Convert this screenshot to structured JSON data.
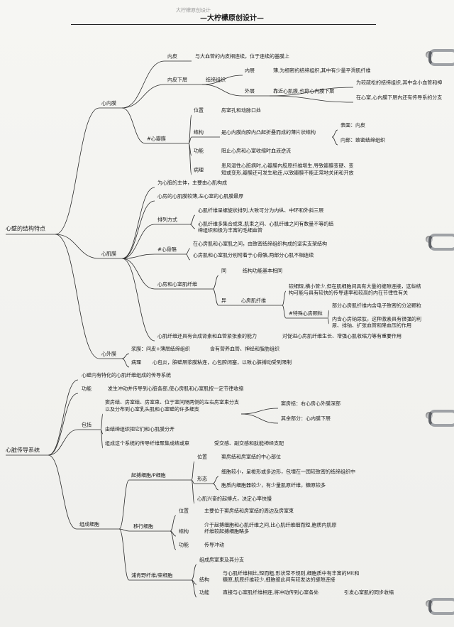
{
  "header": {
    "title": "—大柠檬原创设计—",
    "faint_text": "大柠檬原创设计"
  },
  "root": {
    "structure": "心壁的结构特点",
    "conduction": "心脏传导系统"
  },
  "endocardium": {
    "label": "心内膜",
    "neipi": {
      "label": "内皮",
      "desc": "与大血管的内皮相连续，位于连续的基膜上"
    },
    "neipixia": {
      "label": "内皮下层",
      "tissue": "结缔组织",
      "inner": {
        "label": "内层",
        "desc": "薄,为细密的结缔组织,其中有少量平滑肌纤维"
      },
      "outer": {
        "label": "外层",
        "desc": "靠近心肌膜,也称心内膜下层",
        "d1": "为较疏松的结缔组织,其中含小血管和神",
        "d2": "在心室,心内膜下层内还有传导系的分支"
      }
    },
    "valve": {
      "label": "#心瓣膜",
      "loc": {
        "label": "位置",
        "value": "房室孔和动脉口处"
      },
      "struct": {
        "label": "结构",
        "value": "是心内膜向腔内凸起折叠而成的薄片状结构",
        "surface": "表面：内皮",
        "inner": "内部：致密结缔组织"
      },
      "func": {
        "label": "功能",
        "value": "阻止心房和心室收缩时血液逆流"
      },
      "path": {
        "label": "病理",
        "line1": "患风湿性心脏病时,心瓣膜内胶原纤维增生,导致瓣膜变硬、变",
        "line2": "短或变形,瓣膜还可发生粘连,以致瓣膜不能正常地关闭和开放"
      }
    }
  },
  "myocardium": {
    "label": "心肌膜",
    "main": "为心脏的主体，主要由心肌构成",
    "thickness": "心房的心肌膜较薄,左心室的心肌膜最厚",
    "arrangement": {
      "label": "排列方式",
      "a": "心肌纤维呈螺旋状排列,大致可分为内纵、中环和外斜三层",
      "b1": "心肌纤维多集合成束,肌束之间、心肌纤维之间有数量不等的结",
      "b2": "缔组织和极为丰富的毛细血管"
    },
    "skeleton": {
      "label": "#心骨骼",
      "a": "在心房肌和心室肌之间，由致密结缔组织构成的坚实支架结构",
      "b": "心房肌和心室肌分别附着于心骨骼,两部分心肌不相连续"
    },
    "fibers": {
      "label": "心房和心室肌纤维",
      "same": {
        "label": "同",
        "value": "结构功能基本相同"
      },
      "diff": {
        "label": "异",
        "fiber": "心房肌纤维",
        "d1": "较细短,横小管少,但在肌细胞间具有大量的缝隙连接，这些结",
        "d2": "构可能与具有较快的传导速率和较高的内在节律性有关"
      },
      "granules": {
        "label": "#特殊心房颗粒",
        "a": "部分心房肌纤维内含电子致密的分泌颗粒",
        "b1": "内含心房钠尿肽，这种激素具有很强的利",
        "b2": "尿、排钠、扩张血管和降血压的作用"
      }
    },
    "endocrine": "心肌纤维还具有合成肾素和血管紧张素的能力",
    "endocrine_result": "对促进心房肌纤维生长、增强心肌收缩力等有重要作用"
  },
  "epicardium": {
    "label": "心外膜",
    "serosa": {
      "label": "浆膜：间皮+薄层结缔组织",
      "value": "含有营养血管、神经和脂肪组织"
    },
    "path": {
      "label": "病理",
      "value": "心包炎，脏壁层浆膜粘连，心包腔闭塞，以致心脏搏动受到限制"
    }
  },
  "conduction": {
    "intro": "心壁内有特化的心肌纤维组成的传导系统",
    "func": {
      "label": "功能",
      "value": "发生冲动并传导到心脏各部,使心房肌和心室肌按一定节律收缩"
    },
    "include": {
      "label": "包括",
      "a1": "窦房结、房室结、房室束、位于室间隔两侧的左右房室束分支",
      "a2": "以及分布到心室乳头肌和心室壁的许多细支",
      "sa": "窦房结：右心房心外膜深部",
      "rest": "其余部分：心内膜下层",
      "b": "由结缔组织把它们和心肌膜分开",
      "c": "组成这个系统的传导纤维聚集成结或束",
      "c2": "受交感、副交感和肽能神经支配"
    },
    "cells": {
      "label": "组成细胞",
      "p": {
        "label": "起搏细胞/P细胞",
        "loc_label": "位置",
        "loc": "窦房结和房室结的中心部位",
        "shape_label": "形态",
        "s1": "细胞较小，呈梭形或多边形，包埋在一团较致密的结缔组织中",
        "s2": "胞质内细胞器较少，有少量肌原纤维，糖原较多",
        "role": "心肌兴奋的起搏点，决定心率快慢"
      },
      "t": {
        "label": "移行细胞",
        "loc_label": "位置",
        "loc": "主要位于窦房结和房室结的周边及房室束",
        "str_label": "结构",
        "s1": "介于起搏细胞和心肌纤维之间,比心肌纤维细而短,胞质内肌原",
        "s2": "纤维较起搏细胞略多",
        "fn_label": "功能",
        "fn": "传导冲动"
      },
      "pk": {
        "label": "浦肯野纤维/束细胞",
        "comp": "组成房室束及其分支",
        "str_label": "结构",
        "s1": "与心肌纤维相比,短而粗,形状常不规则,细胞质中有丰富的Mit和",
        "s2": "糖原,肌原纤维较少,细胞彼此间有较发达的缝隙连接",
        "fn_label": "功能",
        "fn": "直接与心室肌纤维相连,将冲动传到心室各处",
        "result": "引发心室肌的同步收缩"
      }
    }
  }
}
